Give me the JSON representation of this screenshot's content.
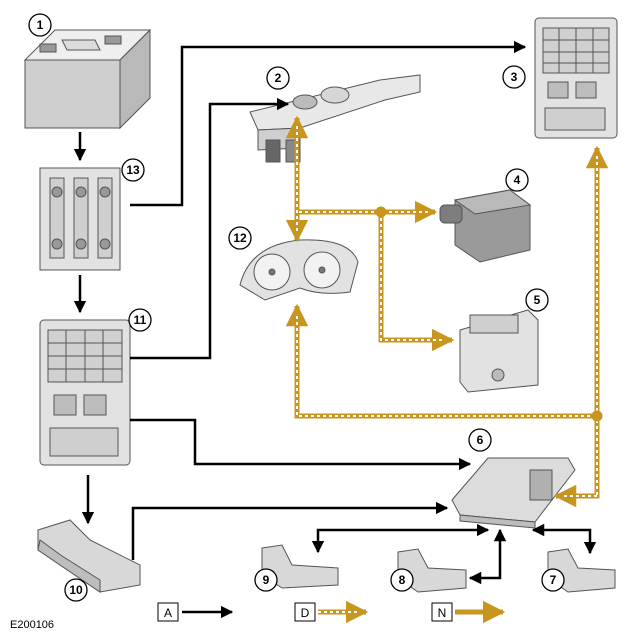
{
  "figure_id": "E200106",
  "legend": {
    "a_label": "A",
    "d_label": "D",
    "n_label": "N"
  },
  "colors": {
    "hardwired": "#000000",
    "can_bus": "#C8951E",
    "can_dash": "#ffffff",
    "component_fill": "#e2e2e2",
    "component_stroke": "#555555"
  },
  "components": [
    {
      "number": "1",
      "icon": "battery-icon"
    },
    {
      "number": "2",
      "icon": "roof-console-icon"
    },
    {
      "number": "3",
      "icon": "fuse-box-icon"
    },
    {
      "number": "4",
      "icon": "abs-module-icon"
    },
    {
      "number": "5",
      "icon": "ecm-icon"
    },
    {
      "number": "6",
      "icon": "control-module-icon"
    },
    {
      "number": "7",
      "icon": "sensor-icon"
    },
    {
      "number": "8",
      "icon": "sensor-icon"
    },
    {
      "number": "9",
      "icon": "sensor-icon"
    },
    {
      "number": "10",
      "icon": "sensor-icon"
    },
    {
      "number": "11",
      "icon": "fuse-box-icon"
    },
    {
      "number": "12",
      "icon": "instrument-cluster-icon"
    },
    {
      "number": "13",
      "icon": "megafuse-icon"
    }
  ]
}
